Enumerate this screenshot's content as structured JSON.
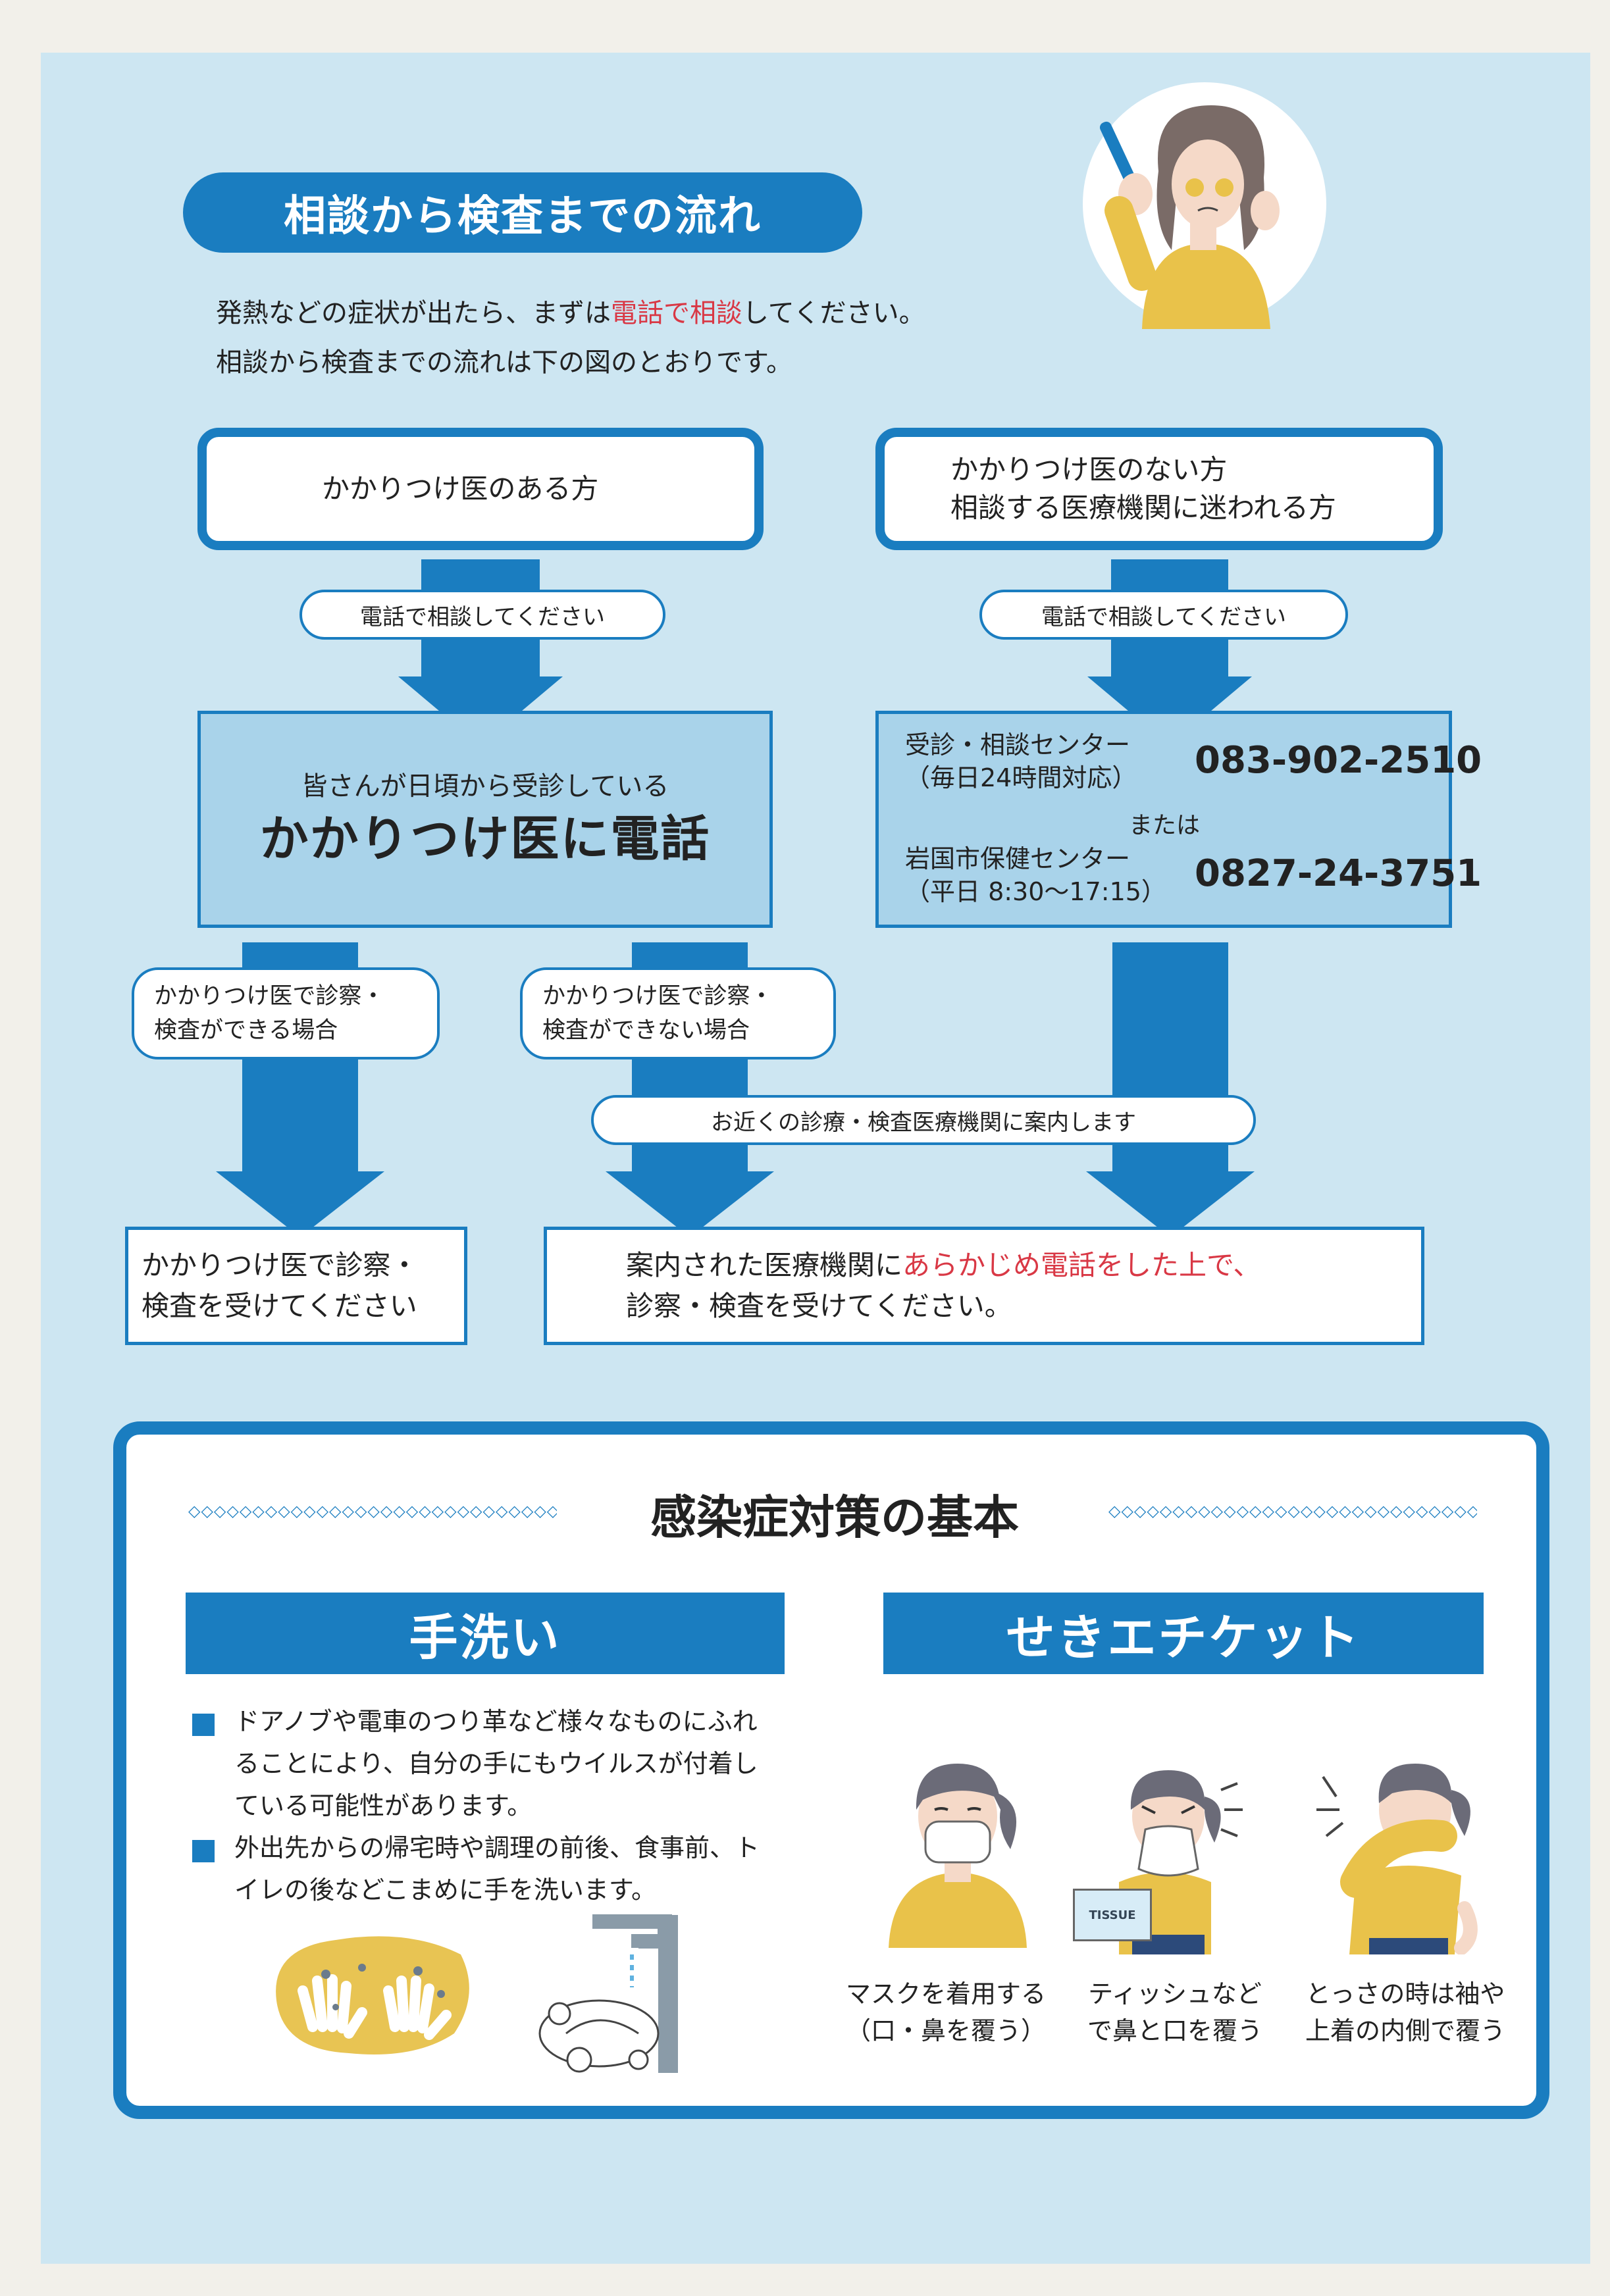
{
  "title": "相談から検査までの流れ",
  "intro": {
    "line1_before": "発熱などの症状が出たら、まずは",
    "line1_red": "電話で相談",
    "line1_after": "してください。",
    "line2": "相談から検査までの流れは下の図のとおりです。"
  },
  "left_start": "かかりつけ医のある方",
  "right_start": {
    "line1": "かかりつけ医のない方",
    "line2": "相談する医療機関に迷われる方"
  },
  "call_pill_left": "電話で相談してください",
  "call_pill_right": "電話で相談してください",
  "doctor_box": {
    "sub": "皆さんが日頃から受診している",
    "main": "かかりつけ医に電話"
  },
  "center_box": {
    "c1_line1": "受診・相談センター",
    "c1_line2": "（毎日24時間対応）",
    "c1_phone": "083-902-2510",
    "or": "または",
    "c2_line1": "岩国市保健センター",
    "c2_line2": "（平日 8:30～17:15）",
    "c2_phone": "0827-24-3751"
  },
  "can_pill": {
    "line1": "かかりつけ医で診察・",
    "line2": "検査ができる場合"
  },
  "cannot_pill": {
    "line1": "かかりつけ医で診察・",
    "line2": "検査ができない場合"
  },
  "guide_pill": "お近くの診療・検査医療機関に案内します",
  "out_left": {
    "line1": "かかりつけ医で診察・",
    "line2": "検査を受けてください"
  },
  "out_right": {
    "line1_before": "案内された医療機関に",
    "line1_red": "あらかじめ電話をした上で、",
    "line2": "診察・検査を受けてください。"
  },
  "infection": {
    "heading": "感染症対策の基本",
    "handwash_title": "手洗い",
    "etiquette_title": "せきエチケット",
    "bullet1": [
      "ドアノブや電車のつり革など様々なものにふれ",
      "ることにより、自分の手にもウイルスが付着し",
      "ている可能性があります。"
    ],
    "bullet2": [
      "外出先からの帰宅時や調理の前後、食事前、ト",
      "イレの後などこまめに手を洗います。"
    ],
    "tissue_label": "TISSUE",
    "captions": [
      {
        "line1": "マスクを着用する",
        "line2": "（口・鼻を覆う）"
      },
      {
        "line1": "ティッシュなど",
        "line2": "で鼻と口を覆う"
      },
      {
        "line1": "とっさの時は袖や",
        "line2": "上着の内側で覆う"
      }
    ]
  },
  "colors": {
    "accent": "#1a7dc0",
    "highlight": "#d93845",
    "panel_bg": "#cde6f2",
    "box_fill": "#a9d3ea",
    "figure_yellow": "#e9c24a"
  }
}
